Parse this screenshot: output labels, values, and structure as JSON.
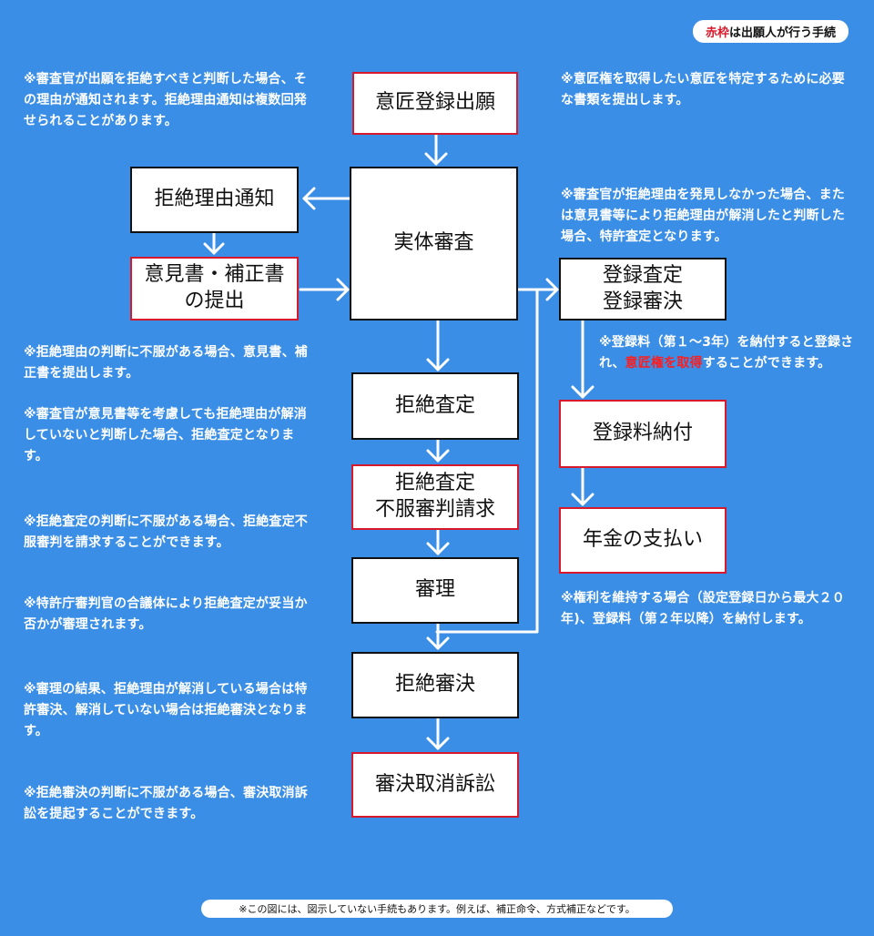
{
  "legend": {
    "red_part": "赤枠",
    "rest": "は出願人が行う手続"
  },
  "boxes": {
    "filing": "意匠登録出願",
    "exam": "実体審査",
    "rejection_notice": "拒絶理由通知",
    "opinion_l1": "意見書・補正書",
    "opinion_l2": "の提出",
    "reg_decision_l1": "登録査定",
    "reg_decision_l2": "登録審決",
    "rejection_decision": "拒絶査定",
    "appeal_l1": "拒絶査定",
    "appeal_l2": "不服審判請求",
    "trial": "審理",
    "trial_rejection": "拒絶審決",
    "revoke_suit": "審決取消訴訟",
    "reg_fee": "登録料納付",
    "annuity": "年金の支払い"
  },
  "notes": {
    "left1": "※審査官が出願を拒絶すべきと判断した場合、その理由が通知されます。拒絶理由通知は複数回発せられることがあります。",
    "left2": "※拒絶理由の判断に不服がある場合、意見書、補正書を提出します。",
    "left3": "※審査官が意見書等を考慮しても拒絶理由が解消していないと判断した場合、拒絶査定となります。",
    "left4": "※拒絶査定の判断に不服がある場合、拒絶査定不服審判を請求することができます。",
    "left5": "※特許庁審判官の合議体により拒絶査定が妥当か否かが審理されます。",
    "left6": "※審理の結果、拒絶理由が解消している場合は特許審決、解消していない場合は拒絶審決となります。",
    "left7": "※拒絶審決の判断に不服がある場合、審決取消訴訟を提起することができます。",
    "right1": "※意匠権を取得したい意匠を特定するために必要な書類を提出します。",
    "right2": "※審査官が拒絶理由を発見しなかった場合、または意見書等により拒絶理由が解消したと判断した場合、特許査定となります。",
    "right3_a": "※登録料（第１～3年）を納付すると登録され、",
    "right3_hl": "意匠権を取得",
    "right3_b": "することができます。",
    "right4": "※権利を維持する場合（設定登録日から最大２０年)、登録料（第２年以降）を納付します。"
  },
  "footer": "※この図には、図示していない手続もあります。例えば、補正命令、方式補正などです。",
  "colors": {
    "background": "#3a8ee6",
    "applicant_border": "#d7192b",
    "highlight": "#ff1d1d"
  }
}
